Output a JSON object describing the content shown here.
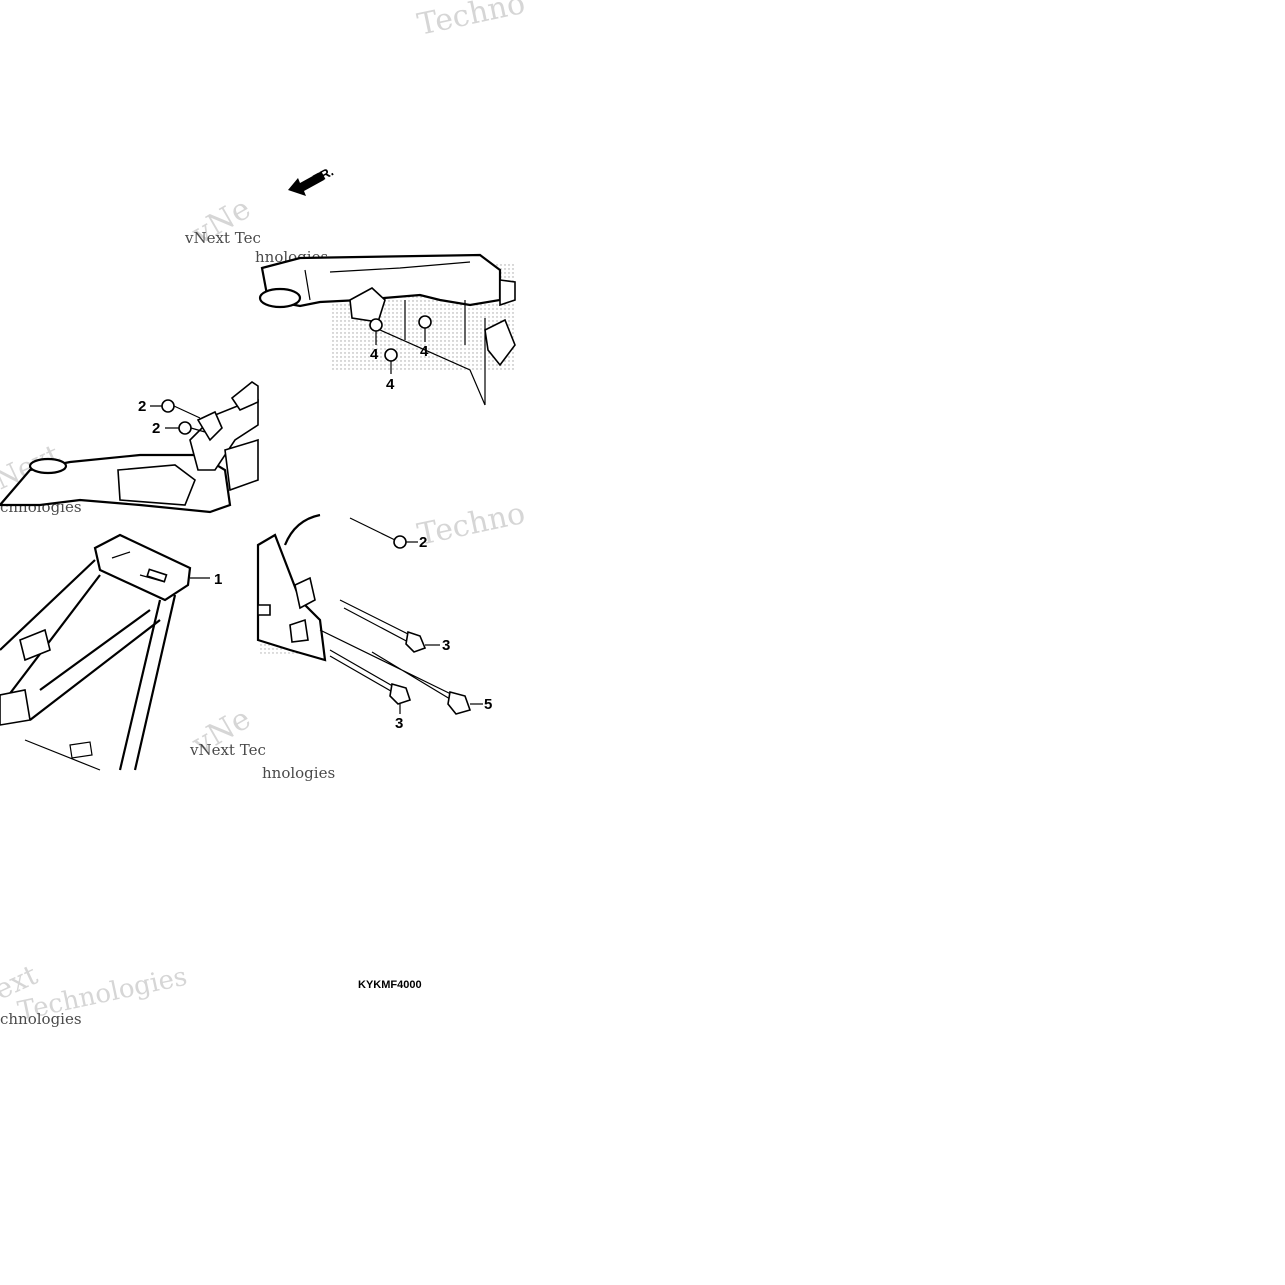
{
  "diagram": {
    "direction_label": "FR.",
    "diagram_code": "KYKMF4000",
    "callouts": [
      "1",
      "2",
      "2",
      "2",
      "3",
      "3",
      "4",
      "4",
      "4",
      "5"
    ]
  },
  "watermarks": {
    "brand_a": "vNext Tec",
    "brand_b": "hnologies",
    "brand_c": "Techno",
    "brand_d": "Next",
    "brand_e": "Technologies",
    "brand_f": "vNe",
    "brand_g": "ext",
    "brand_h": "chnologies"
  },
  "colors": {
    "line": "#000000",
    "watermark": "#d6d6d6",
    "background": "#ffffff"
  }
}
